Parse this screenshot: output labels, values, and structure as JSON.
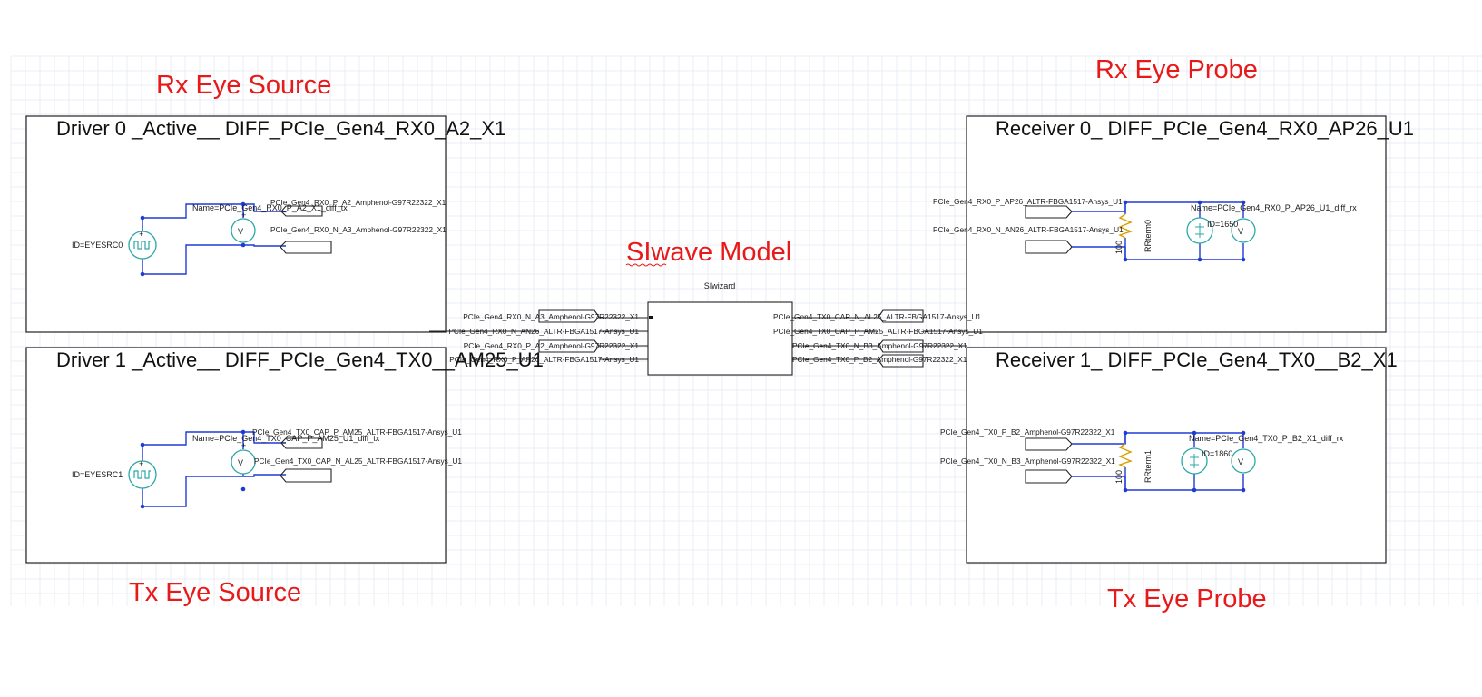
{
  "annotations": {
    "rx_source": "Rx Eye Source",
    "rx_probe": "Rx Eye Probe",
    "siwave": "SIwave Model",
    "tx_source": "Tx Eye Source",
    "tx_probe": "Tx Eye Probe"
  },
  "driver0": {
    "title": "Driver 0 _Active__ DIFF_PCIe_Gen4_RX0_A2_X1",
    "name_label": "Name=PCIe_Gen4_RX0_P_A2_X1_diff_tx",
    "id_label": "ID=EYESRC0",
    "pin_p": "PCIe_Gen4_RX0_P_A2_Amphenol-G97R22322_X1",
    "pin_n": "PCIe_Gen4_RX0_N_A3_Amphenol-G97R22322_X1"
  },
  "driver1": {
    "title": "Driver 1 _Active__ DIFF_PCIe_Gen4_TX0__AM25_U1",
    "name_label": "Name=PCIe_Gen4_TX0_CAP_P_AM25_U1_diff_tx",
    "id_label": "ID=EYESRC1",
    "pin_p": "PCIe_Gen4_TX0_CAP_P_AM25_ALTR-FBGA1517-Ansys_U1",
    "pin_n": "PCIe_Gen4_TX0_CAP_N_AL25_ALTR-FBGA1517-Ansys_U1"
  },
  "receiver0": {
    "title": "Receiver 0_ DIFF_PCIe_Gen4_RX0_AP26_U1",
    "name_label": "Name=PCIe_Gen4_RX0_P_AP26_U1_diff_rx",
    "id_label": "ID=1650",
    "res_value": "100",
    "res_name": "RRterm0",
    "pin_p": "PCIe_Gen4_RX0_P_AP26_ALTR-FBGA1517-Ansys_U1",
    "pin_n": "PCIe_Gen4_RX0_N_AN26_ALTR-FBGA1517-Ansys_U1"
  },
  "receiver1": {
    "title": "Receiver 1_ DIFF_PCIe_Gen4_TX0__B2_X1",
    "name_label": "Name=PCIe_Gen4_TX0_P_B2_X1_diff_rx",
    "id_label": "ID=1860",
    "res_value": "100",
    "res_name": "RRterm1",
    "pin_p": "PCIe_Gen4_TX0_P_B2_Amphenol-G97R22322_X1",
    "pin_n": "PCIe_Gen4_TX0_N_B3_Amphenol-G97R22322_X1"
  },
  "siwizard": {
    "label": "SIwizard",
    "left_pins": [
      "PCIe_Gen4_RX0_N_A3_Amphenol-G97R22322_X1",
      "PCIe_Gen4_RX0_N_AN26_ALTR-FBGA1517-Ansys_U1",
      "PCIe_Gen4_RX0_P_A2_Amphenol-G97R22322_X1",
      "PCIe_Gen4_RX0_P_AP26_ALTR-FBGA1517-Ansys_U1"
    ],
    "right_pins": [
      "PCIe_Gen4_TX0_CAP_N_AL25_ALTR-FBGA1517-Ansys_U1",
      "PCIe_Gen4_TX0_CAP_P_AM25_ALTR-FBGA1517-Ansys_U1",
      "PCIe_Gen4_TX0_N_B3_Amphenol-G97R22322_X1",
      "PCIe_Gen4_TX0_P_B2_Amphenol-G97R22322_X1"
    ]
  },
  "colors": {
    "annotation": "#e81919",
    "wire": "#1f3bd6",
    "component": "#2aa7a7",
    "resistor": "#d5a000"
  }
}
